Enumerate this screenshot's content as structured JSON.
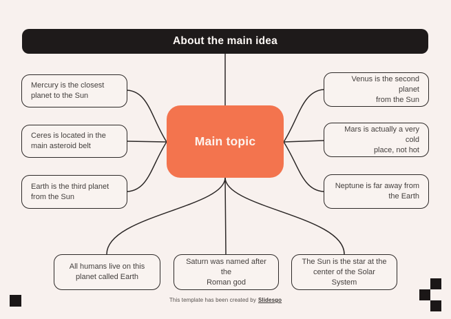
{
  "colors": {
    "background": "#f8f1ee",
    "title_bar": "#1e1a1a",
    "main_topic_fill": "#f3744e",
    "box_border": "#2b2726",
    "box_text": "#433f3d",
    "connector": "#2b2726",
    "decoration": "#1b1717"
  },
  "title": {
    "label": "About the main idea"
  },
  "main_topic": {
    "label": "Main topic"
  },
  "branches": {
    "left": [
      {
        "line1": "Mercury is the closest",
        "line2": "planet to the Sun"
      },
      {
        "line1": "Ceres is located in the",
        "line2": "main asteroid belt"
      },
      {
        "line1": "Earth is the third planet",
        "line2": "from the Sun"
      }
    ],
    "right": [
      {
        "line1": "Venus is the second planet",
        "line2": "from the Sun"
      },
      {
        "line1": "Mars is actually a very cold",
        "line2": "place, not hot"
      },
      {
        "line1": "Neptune is far away from",
        "line2": "the Earth"
      }
    ],
    "bottom": [
      {
        "line1": "All humans live on this",
        "line2": "planet called Earth"
      },
      {
        "line1": "Saturn was named after the",
        "line2": "Roman god"
      },
      {
        "line1": "The Sun is the star at the",
        "line2": "center of the Solar System"
      }
    ]
  },
  "footer": {
    "prefix": "This template has been created by",
    "brand": "Slidesgo"
  }
}
